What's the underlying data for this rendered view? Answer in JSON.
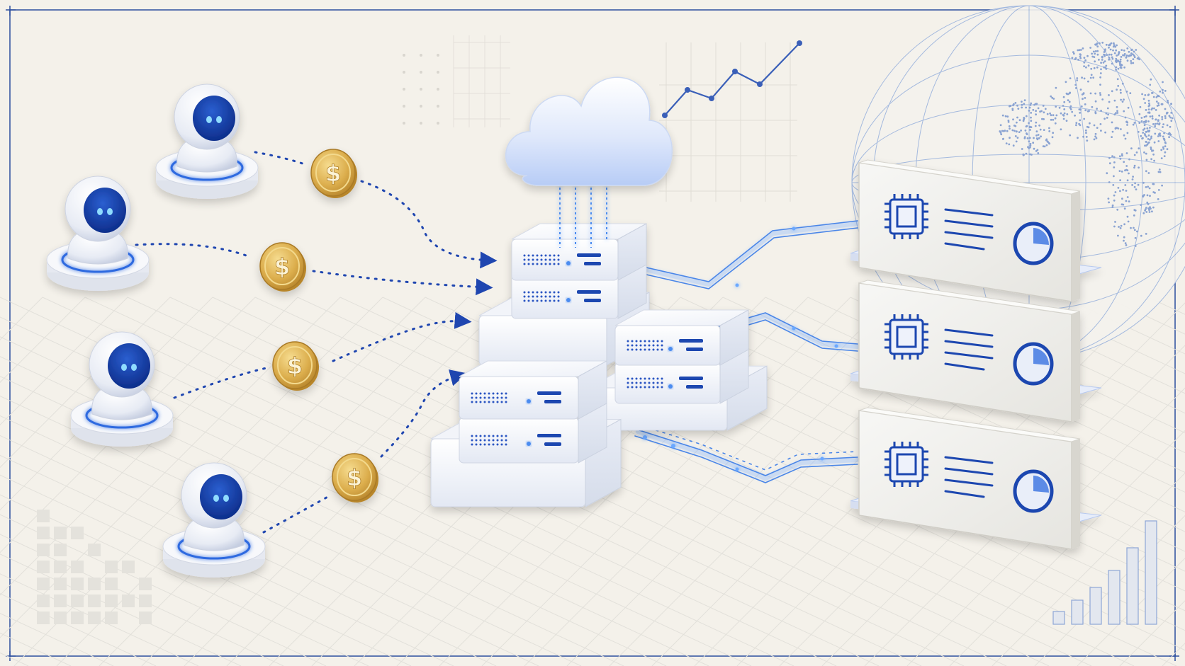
{
  "illustration": {
    "coin_symbol": "$",
    "agents": [
      {
        "id": "agent-1"
      },
      {
        "id": "agent-2"
      },
      {
        "id": "agent-3"
      },
      {
        "id": "agent-4"
      }
    ],
    "payments": [
      {
        "from": "agent-1",
        "to": "server-stack"
      },
      {
        "from": "agent-2",
        "to": "server-stack"
      },
      {
        "from": "agent-3",
        "to": "server-stack"
      },
      {
        "from": "agent-4",
        "to": "server-stack"
      }
    ],
    "compute_modules": [
      {
        "id": "compute-module-1",
        "icons": [
          "cpu-icon",
          "text-lines-icon",
          "pie-chart-icon"
        ]
      },
      {
        "id": "compute-module-2",
        "icons": [
          "cpu-icon",
          "text-lines-icon",
          "pie-chart-icon"
        ]
      },
      {
        "id": "compute-module-3",
        "icons": [
          "cpu-icon",
          "text-lines-icon",
          "pie-chart-icon"
        ]
      }
    ],
    "decorations": [
      "cloud-icon",
      "line-chart-icon",
      "globe-icon",
      "bar-chart-icon",
      "pixel-grid"
    ],
    "colors": {
      "background": "#f4f1ea",
      "accent_blue": "#1f46b0",
      "deep_blue": "#0c2d8a",
      "coin_gold": "#d8ab4a",
      "glow_blue": "#6aa8ff",
      "frame_blue": "#2c4f9e"
    }
  }
}
